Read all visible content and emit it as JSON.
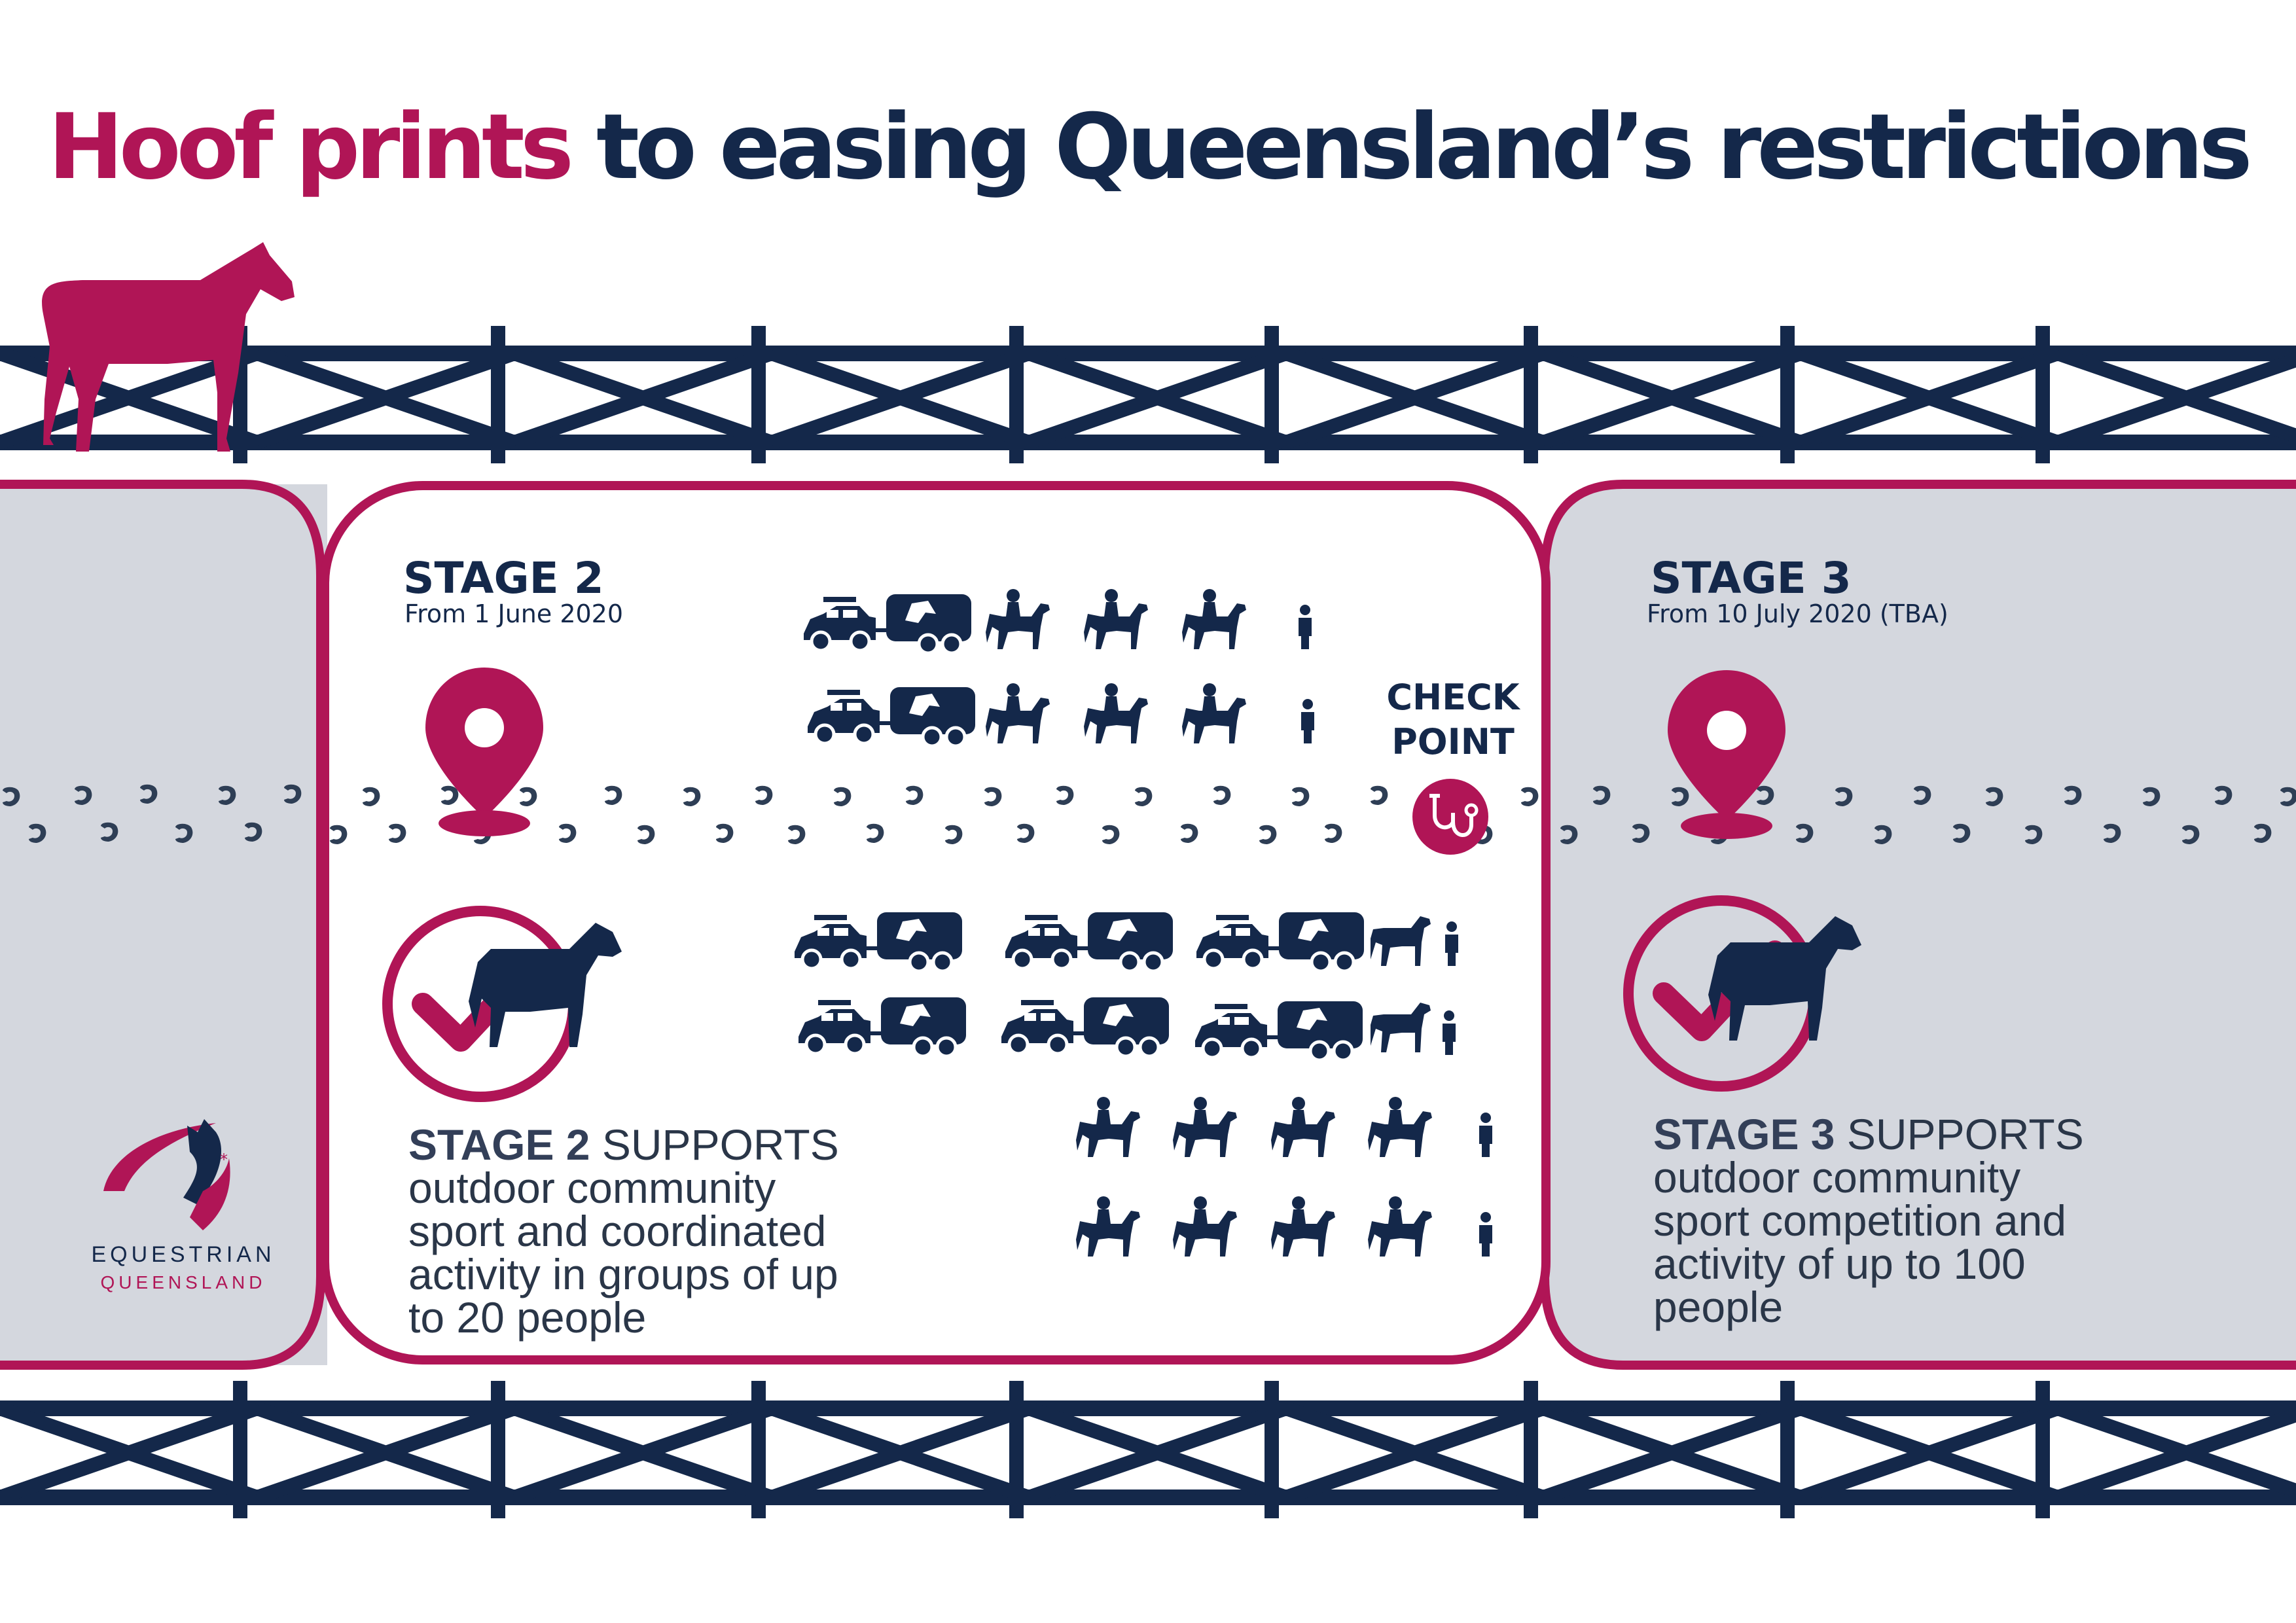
{
  "title": {
    "accent": "Hoof prints",
    "rest": " to easing Queensland’s restrictions"
  },
  "colors": {
    "navy": "#14284a",
    "magenta": "#b01556",
    "panel_grey": "#d4d7de",
    "white": "#ffffff"
  },
  "stage2": {
    "title": "STAGE 2",
    "date": "From 1 June 2020",
    "support_bold": "STAGE 2",
    "support_lines": [
      "SUPPORTS",
      "outdoor community",
      "sport and coordinated",
      "activity in groups of up",
      "to 20 people"
    ]
  },
  "stage3": {
    "title": "STAGE 3",
    "date": "From 10 July 2020 (TBA)",
    "support_bold": "STAGE 3",
    "support_lines": [
      "SUPPORTS",
      "outdoor community",
      "sport competition and",
      "activity of up to 100",
      "people"
    ]
  },
  "checkpoint": {
    "line1": "CHECK",
    "line2": "POINT"
  },
  "logo": {
    "line1": "EQUESTRIAN",
    "line2": "QUEENSLAND"
  },
  "icons": [
    "horse-silhouette-icon",
    "fence-icon",
    "map-pin-icon",
    "checkmark-circle-icon",
    "standing-horse-icon",
    "car-with-float-icon",
    "horse-rider-icon",
    "person-icon",
    "stethoscope-icon",
    "hoof-print-icon",
    "equestrian-logo-icon"
  ]
}
